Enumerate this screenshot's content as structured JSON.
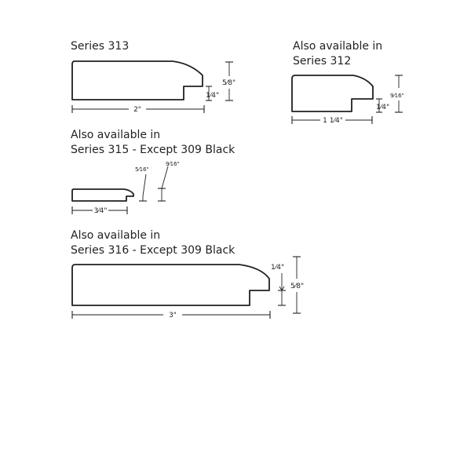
{
  "profiles": {
    "s313": {
      "title_lines": [
        "Series 313"
      ],
      "width_label": "2\"",
      "height_label": "5⁄8\"",
      "rabbet_label": "1⁄4\""
    },
    "s312": {
      "title_lines": [
        "Also available in",
        "Series 312"
      ],
      "width_label": "1 1⁄4\"",
      "height_label": "9⁄16\"",
      "rabbet_label": "1⁄4\""
    },
    "s315": {
      "title_lines": [
        "Also available in",
        "Series 315 - Except 309 Black"
      ],
      "width_label": "3⁄4\"",
      "height_label": "9⁄16\"",
      "rabbet_label": "5⁄16\""
    },
    "s316": {
      "title_lines": [
        "Also available in",
        "Series 316 - Except 309 Black"
      ],
      "width_label": "3\"",
      "height_label": "5⁄8\"",
      "rabbet_label": "1⁄4\""
    }
  }
}
